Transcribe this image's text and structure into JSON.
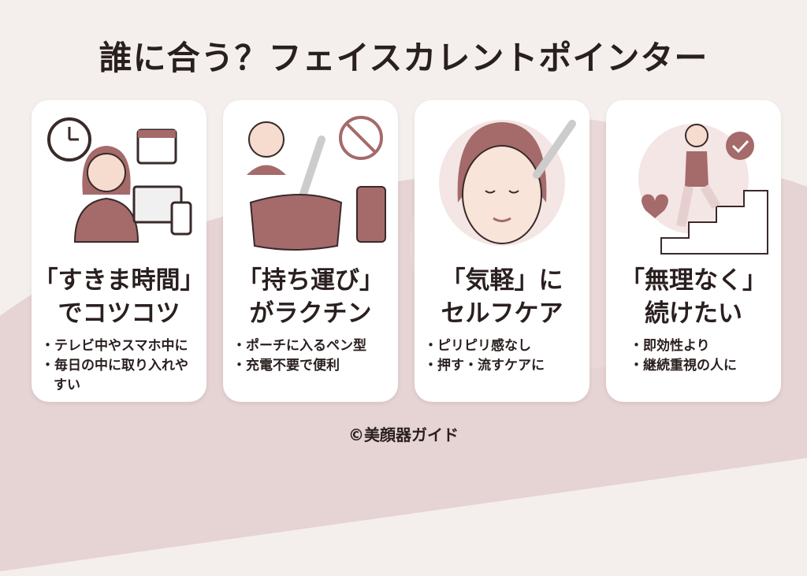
{
  "title": "誰に合う？フェイスカレントポインター",
  "cards": [
    {
      "heading1": "「すきま時間」",
      "heading2": "でコツコツ",
      "bullets": [
        "・テレビ中やスマホ中に",
        "・毎日の中に取り入れやすい"
      ]
    },
    {
      "heading1": "「持ち運び」",
      "heading2": "がラクチン",
      "bullets": [
        "・ポーチに入るペン型",
        "・充電不要で便利"
      ]
    },
    {
      "heading1": "「気軽」に",
      "heading2": "セルフケア",
      "bullets": [
        "・ピリピリ感なし",
        "・押す・流すケアに"
      ]
    },
    {
      "heading1": "「無理なく」",
      "heading2": "続けたい",
      "bullets": [
        "・即効性より",
        "・継続重視の人に"
      ]
    }
  ],
  "footer": "©美顔器ガイド",
  "colors": {
    "accent": "#a56a6a",
    "bg": "#f4efec"
  }
}
